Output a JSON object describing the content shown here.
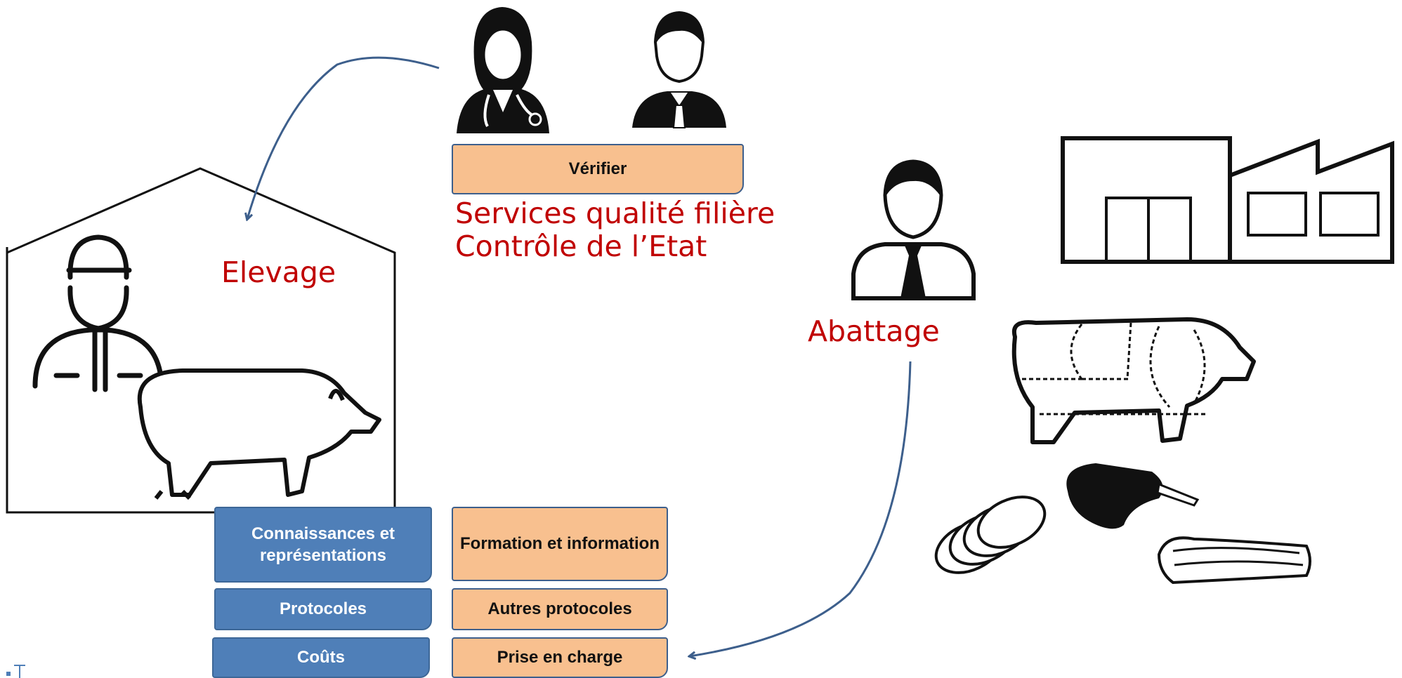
{
  "labels": {
    "services": "Services qualité filière",
    "controle": "Contrôle de l’Etat",
    "elevage": "Elevage",
    "abattage": "Abattage"
  },
  "boxes": {
    "verifier": "Vérifier",
    "connaissances": "Connaissances et représentations",
    "protocoles": "Protocoles",
    "couts": "Coûts",
    "formation": "Formation et information",
    "autres_protocoles": "Autres protocoles",
    "prise_en_charge": "Prise en charge"
  },
  "colors": {
    "label_red": "#c00000",
    "box_blue": "#4f7fb8",
    "box_orange": "#f8c08f",
    "arrow_blue": "#3d5f8c"
  },
  "icons": [
    "doctor-icon",
    "official-icon",
    "slaughterhouse-official-icon",
    "farmer-icon",
    "pig-icon",
    "pig-cuts-icon",
    "factory-icon",
    "sausage-slices-icon",
    "ham-icon",
    "bacon-icon"
  ]
}
